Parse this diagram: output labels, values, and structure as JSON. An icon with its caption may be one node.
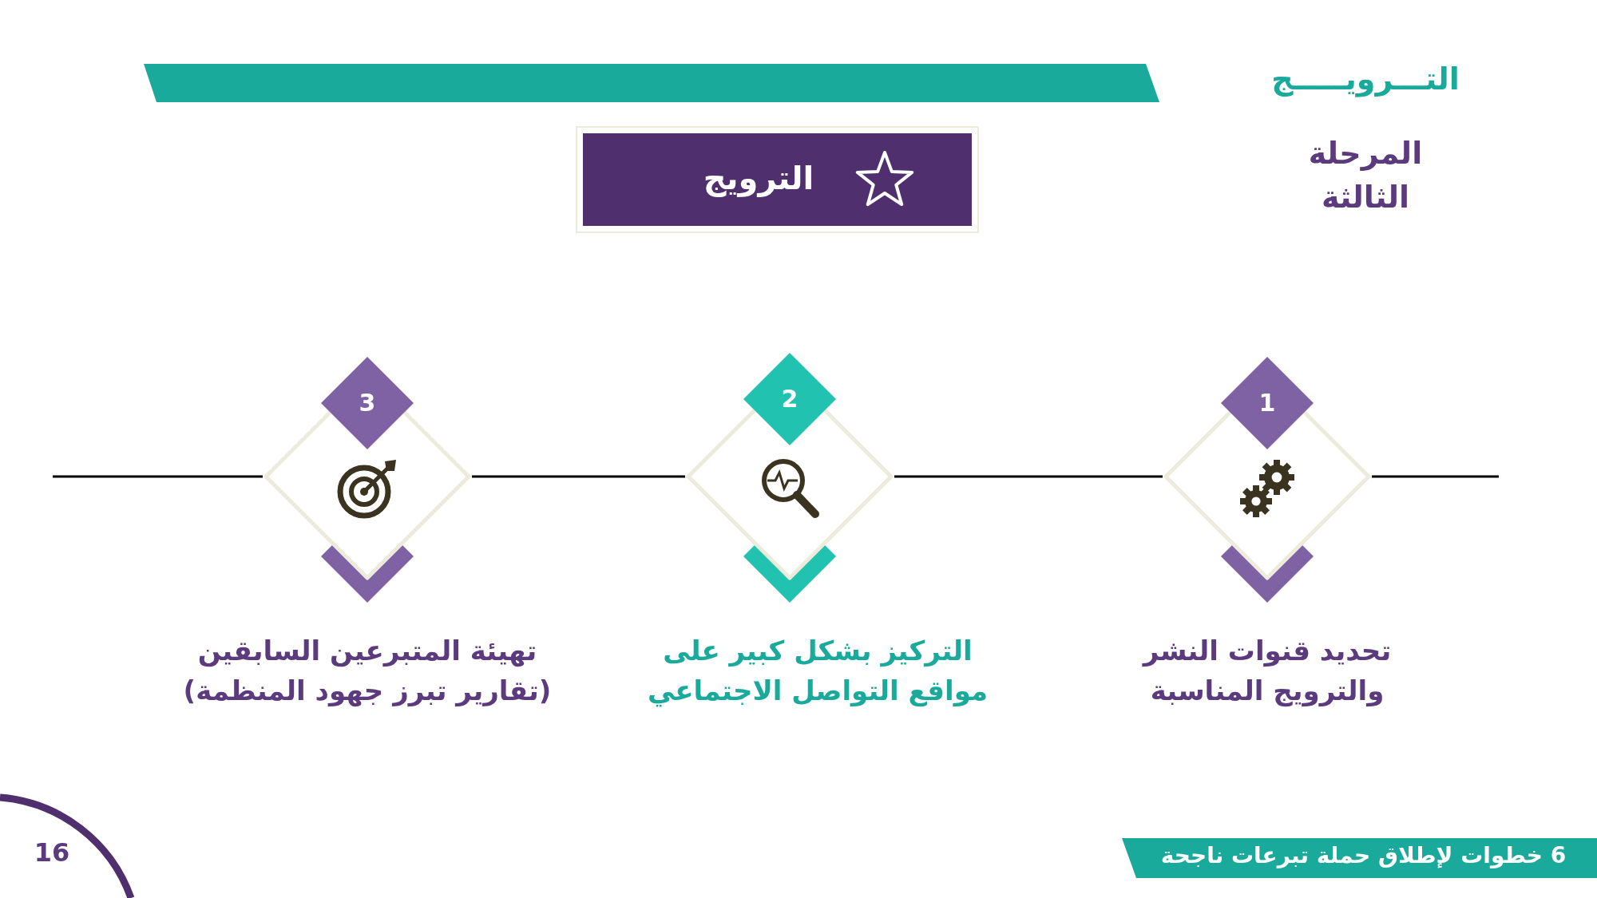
{
  "diagram": {
    "nodes": [
      {
        "text": [
          "الترويج"
        ]
      },
      {
        "text": [
          "1"
        ],
        "beside": [
          "تحديد قنوات النشر والترويج المناسبة"
        ]
      },
      {
        "text": [
          "2"
        ],
        "beside": [
          "التركيز بشكل كبير على مواقع التواصل الاجتماعي"
        ]
      },
      {
        "text": [
          "3"
        ],
        "beside": [
          "تهيئة المتبرعين السابقين (تقارير تبرز جهود المنظمة)"
        ]
      }
    ],
    "edges": [
      {
        "from": null,
        "to": 1,
        "arrow": "none"
      },
      {
        "from": 1,
        "to": 2,
        "arrow": "none"
      },
      {
        "from": 2,
        "to": 3,
        "arrow": "none"
      },
      {
        "from": 3,
        "to": null,
        "arrow": "none"
      }
    ],
    "labels": [
      "التـــرويـــــج",
      "المرحلة الثالثة",
      "16",
      "6 خطوات لإطلاق حملة تبرعات ناجحة"
    ]
  }
}
